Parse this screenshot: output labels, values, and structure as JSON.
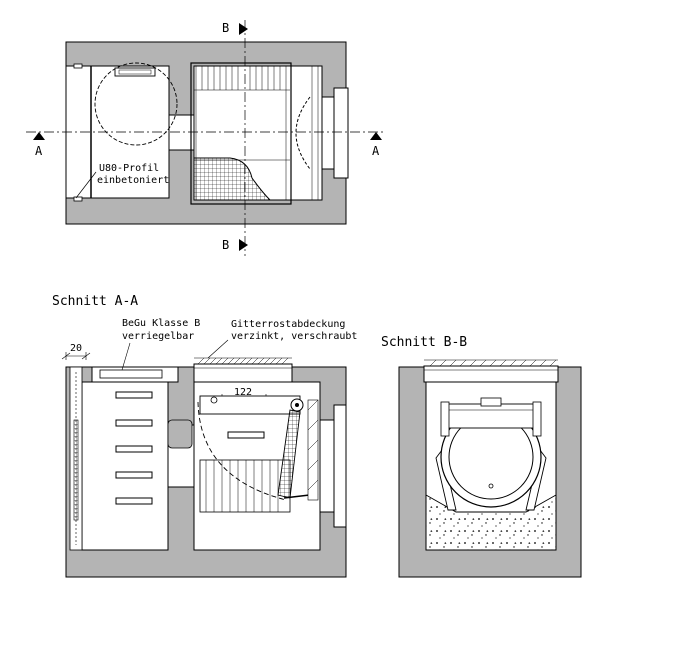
{
  "plan": {
    "section_marker_b": "B",
    "section_marker_a": "A",
    "profile_label_line1": "U80-Profil",
    "profile_label_line2": "einbetoniert"
  },
  "section_aa": {
    "title": "Schnitt A-A",
    "cover_label_line1": "BeGu Klasse B",
    "cover_label_line2": "verriegelbar",
    "grate_label_line1": "Gitterrostabdeckung",
    "grate_label_line2": "verzinkt, verschraubt",
    "dim_wall": "20",
    "dim_step": "122"
  },
  "section_bb": {
    "title": "Schnitt B-B"
  },
  "colors": {
    "concrete": "#b4b4b4",
    "line": "#000000",
    "background": "#ffffff"
  }
}
